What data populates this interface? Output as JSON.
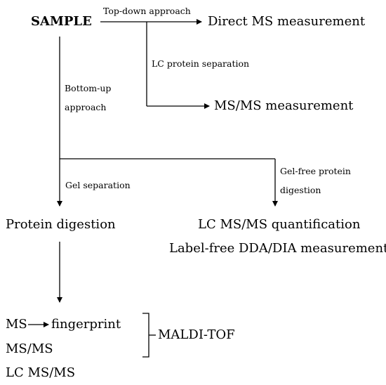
{
  "diagram": {
    "sample": "SAMPLE",
    "top_down": "Top-down approach",
    "direct_ms": "Direct MS measurement",
    "lc_protein_separation": "LC protein separation",
    "msms_measurement": "MS/MS measurement",
    "bottom_up_line1": "Bottom-up",
    "bottom_up_line2": "approach",
    "gel_separation": "Gel separation",
    "gel_free_line1": "Gel-free protein",
    "gel_free_line2": "digestion",
    "protein_digestion": "Protein digestion",
    "lc_msms_quant": "LC MS/MS quantification",
    "label_free": "Label-free DDA/DIA measurement",
    "ms": "MS",
    "fingerprint": "fingerprint",
    "msms": "MS/MS",
    "maldi": "MALDI-TOF",
    "lc_msms": "LC MS/MS"
  }
}
